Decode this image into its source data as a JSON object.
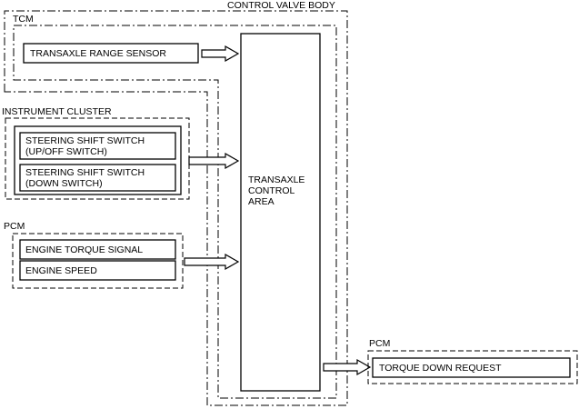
{
  "labels": {
    "control_valve_body": "CONTROL VALVE BODY",
    "tcm": "TCM",
    "instrument_cluster": "INSTRUMENT CLUSTER",
    "pcm_input": "PCM",
    "pcm_output": "PCM"
  },
  "inputs": {
    "transaxle_range_sensor": "TRANSAXLE RANGE SENSOR",
    "steering_shift_up_line1": "STEERING SHIFT SWITCH",
    "steering_shift_up_line2": "(UP/OFF SWITCH)",
    "steering_shift_down_line1": "STEERING SHIFT SWITCH",
    "steering_shift_down_line2": "(DOWN SWITCH)",
    "engine_torque_signal": "ENGINE TORQUE SIGNAL",
    "engine_speed": "ENGINE SPEED"
  },
  "control": {
    "line1": "TRANSAXLE",
    "line2": "CONTROL",
    "line3": "AREA"
  },
  "outputs": {
    "torque_down_request": "TORQUE DOWN REQUEST"
  }
}
